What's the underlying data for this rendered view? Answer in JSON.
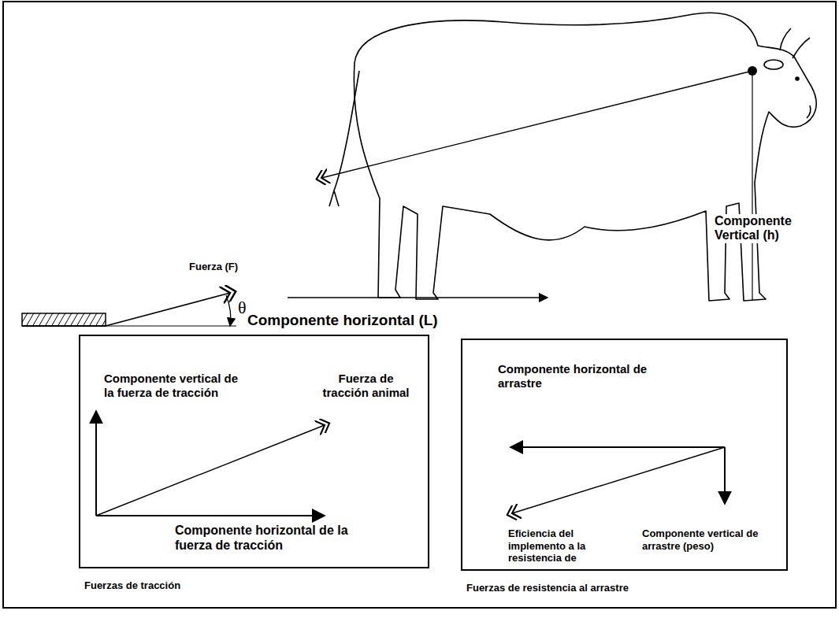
{
  "diagram": {
    "nodes": [
      {
        "text": [
          "Componente vertical de la fuerza de tracción",
          "Fuerza de tracción animal",
          "Componente horizontal de la fuerza de tracción",
          "Fuerzas de tracción"
        ]
      },
      {
        "text": [
          "Componente horizontal de arrastre",
          "Eficiencia del implemento a la resistencia de",
          "Componente vertical de arrastre (peso)",
          "Fuerzas de resistencia al arrastre"
        ]
      }
    ],
    "labels": [
      "Fuerza (F)",
      "θ",
      "Componente Vertical (h)",
      "Componente horizontal (L)"
    ]
  }
}
